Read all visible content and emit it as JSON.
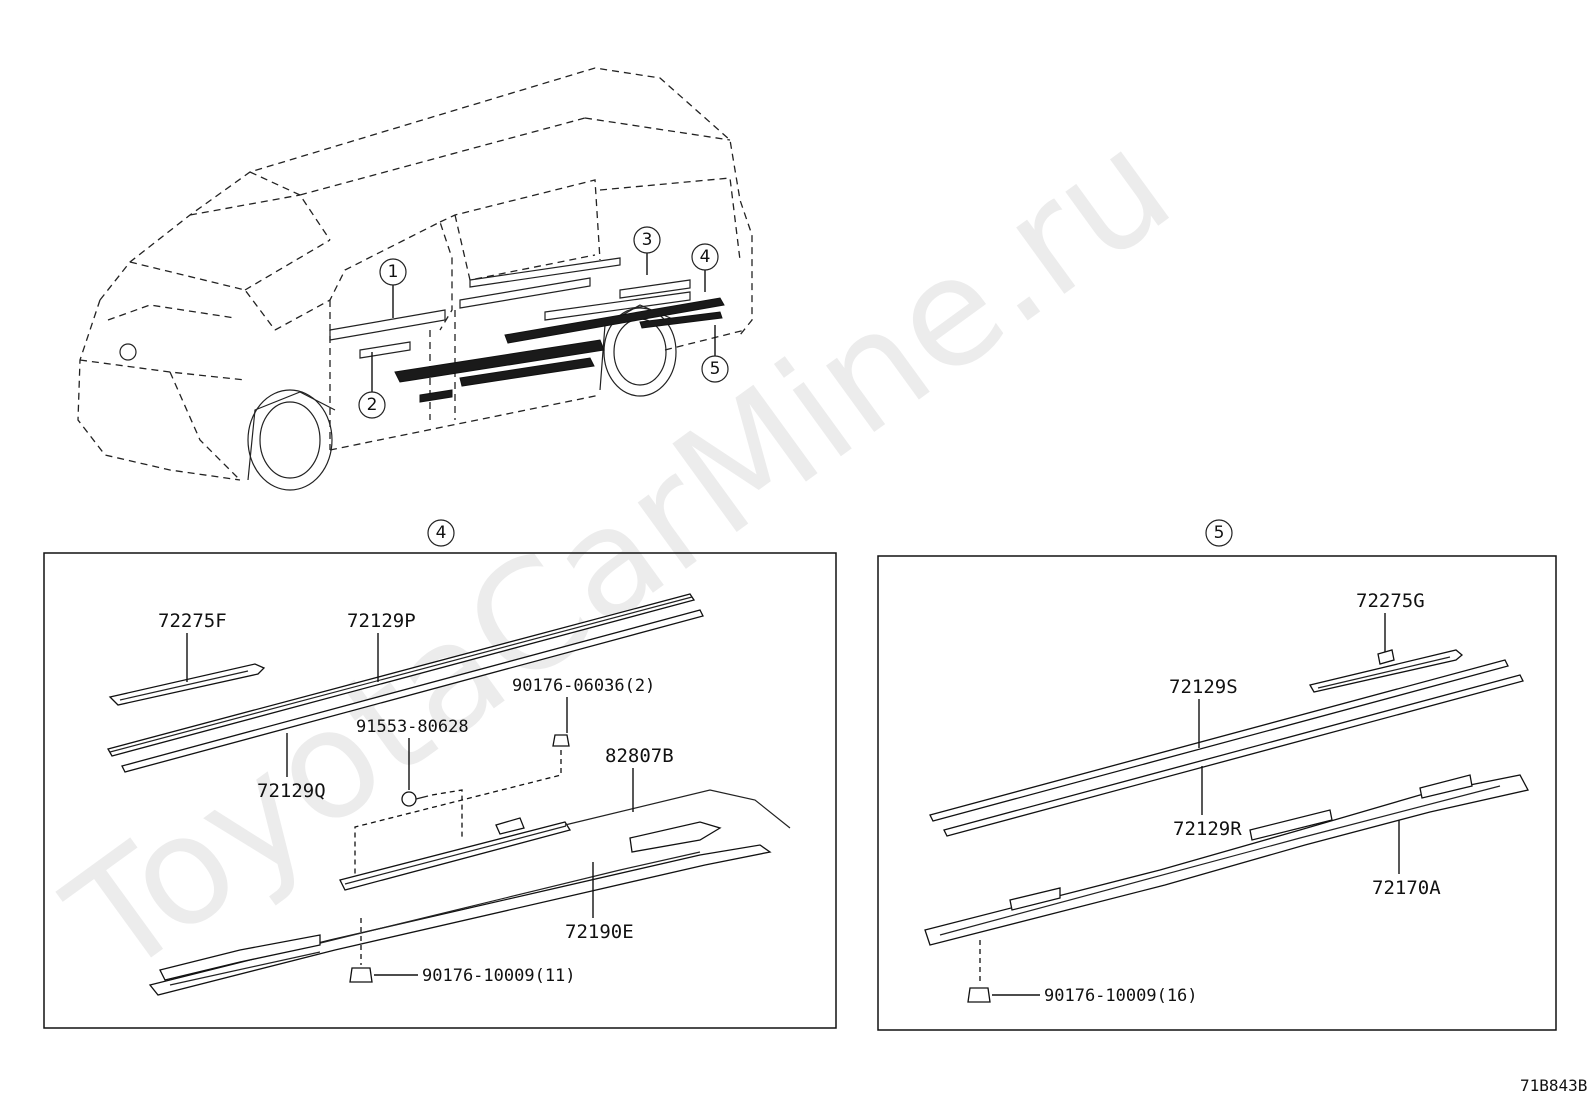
{
  "watermark": "ToyotaCarMine.ru",
  "diagram_code": "71B843B",
  "overview": {
    "callouts": [
      "1",
      "2",
      "3",
      "4",
      "5"
    ]
  },
  "panel4": {
    "marker": "4",
    "labels": {
      "p72275F": "72275F",
      "p72129P": "72129P",
      "p72129Q": "72129Q",
      "p90176_06036": "90176-06036(2)",
      "p91553_80628": "91553-80628",
      "p82807B": "82807B",
      "p72190E": "72190E",
      "p90176_10009": "90176-10009(11)"
    }
  },
  "panel5": {
    "marker": "5",
    "labels": {
      "p72275G": "72275G",
      "p72129S": "72129S",
      "p72129R": "72129R",
      "p72170A": "72170A",
      "p90176_10009": "90176-10009(16)"
    }
  }
}
